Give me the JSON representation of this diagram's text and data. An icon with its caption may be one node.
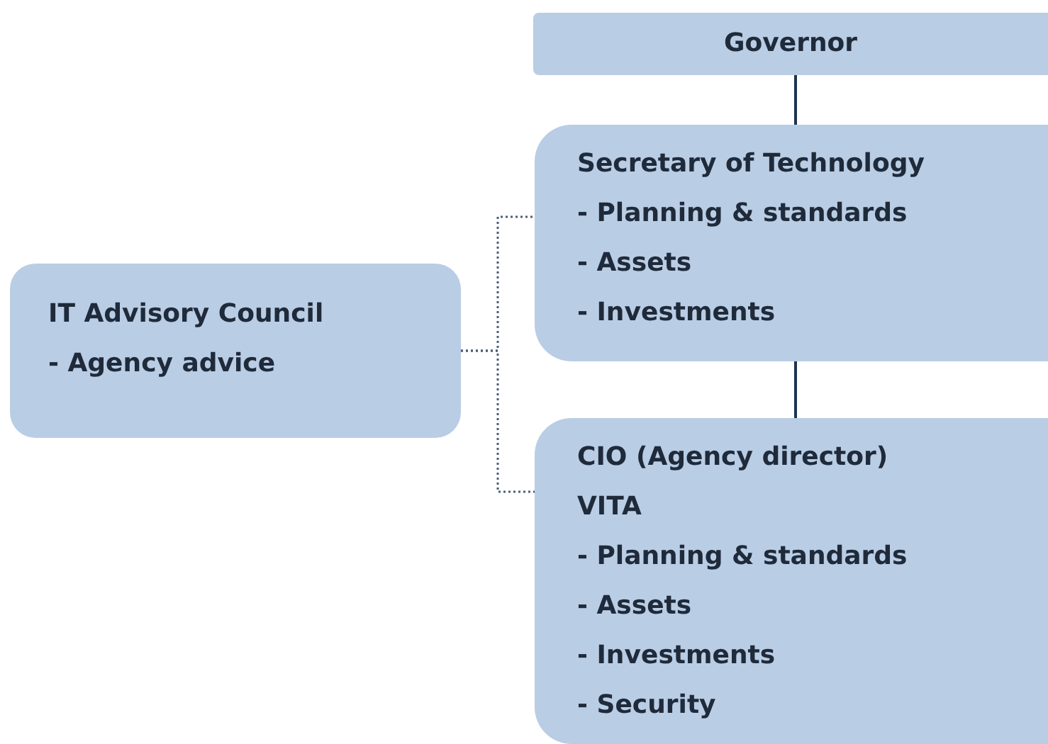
{
  "diagram": {
    "nodes": [
      {
        "text": [
          "Governor"
        ]
      },
      {
        "text": [
          "Secretary of Technology",
          "- Planning & standards",
          "- Assets",
          "- Investments"
        ]
      },
      {
        "text": [
          "IT Advisory Council",
          "- Agency advice"
        ]
      },
      {
        "text": [
          "CIO (Agency director)",
          "VITA",
          "- Planning & standards",
          "- Assets",
          "- Investments",
          "- Security"
        ]
      }
    ],
    "edges": [
      {
        "from": 0,
        "to": 1,
        "arrow": "none"
      },
      {
        "from": 1,
        "to": 3,
        "arrow": "none"
      },
      {
        "from": 2,
        "to": 1,
        "arrow": "none",
        "style": "dashed"
      },
      {
        "from": 2,
        "to": 3,
        "arrow": "none",
        "style": "dashed"
      }
    ]
  }
}
